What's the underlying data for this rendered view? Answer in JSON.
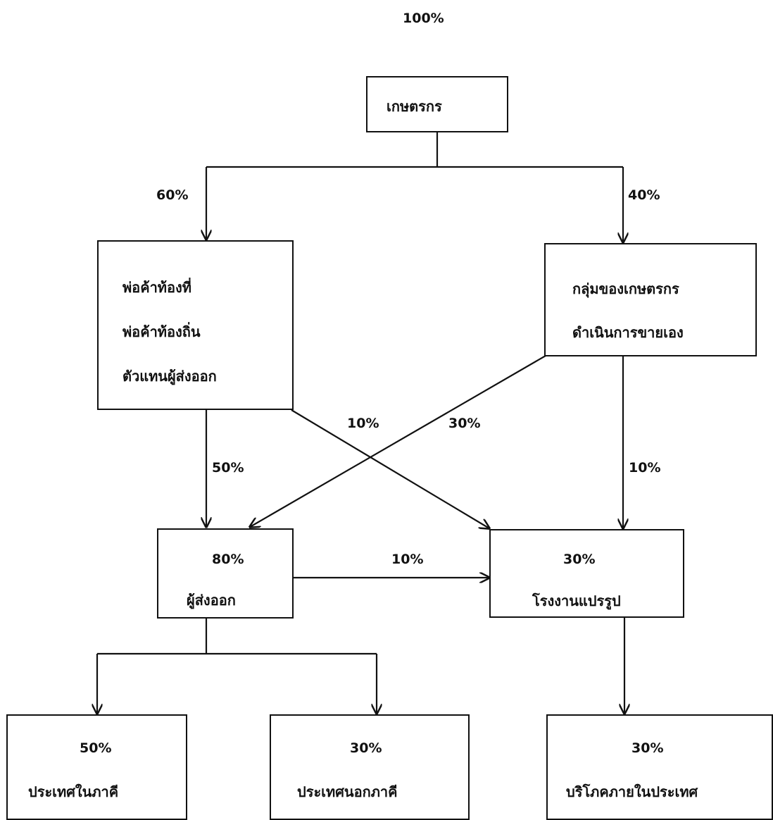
{
  "top_total": "100%",
  "nodes": {
    "farmer": "เกษตรกร",
    "local_traders": [
      "พ่อค้าท้องที่",
      "พ่อค้าท้องถิ่น",
      "ตัวแทนผู้ส่งออก"
    ],
    "farmer_group": [
      "กลุ่มของเกษตรกร",
      "ดำเนินการขายเอง"
    ],
    "exporter": {
      "pct": "80%",
      "label": "ผู้ส่งออก"
    },
    "processing_plant": {
      "pct": "30%",
      "label": "โรงงานแปรรูป"
    },
    "domestic_region": {
      "pct": "50%",
      "label": "ประเทศในภาคี"
    },
    "foreign_region": {
      "pct": "30%",
      "label": "ประเทศนอกภาคี"
    },
    "domestic_consumption": {
      "pct": "30%",
      "label": "บริโภคภายในประเทศ"
    }
  },
  "flows": {
    "farmer_to_traders": "60%",
    "farmer_to_group": "40%",
    "traders_to_exporter": "50%",
    "traders_to_plant": "10%",
    "group_to_exporter": "30%",
    "group_to_plant": "10%",
    "exporter_to_plant": "10%"
  }
}
